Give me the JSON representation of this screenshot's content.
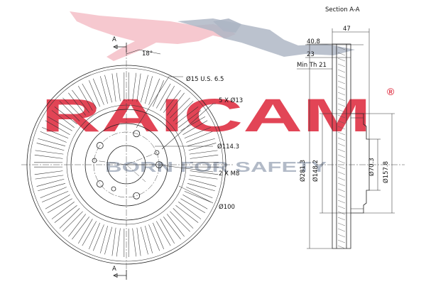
{
  "section_label": "Section A-A",
  "section_marker": "A",
  "watermark": {
    "brand": "RAICAM",
    "registered": "®",
    "tagline": "BORN FOR SAFETY",
    "colors": {
      "brand": "#e0384a",
      "panther_light": "#f6c6cd",
      "panther_grey": "#aab3c2"
    }
  },
  "front_view": {
    "angle_label": "18°",
    "center_hole_label": "Ø15 U.S. 6.5",
    "bolt_holes_label": "5 X Ø13",
    "pcd_label": "Ø114.3",
    "thread_label": "2 X M8",
    "hub_label": "Ø100"
  },
  "section_view": {
    "width_label": "47",
    "offset_label": "40.8",
    "thickness_label": "23",
    "min_thickness_label": "Min Th 21",
    "outer_diameter_label": "Ø281.3",
    "friction_inner_label": "Ø148.2",
    "center_bore_label": "Ø70.3",
    "hat_diameter_label": "Ø157.8"
  }
}
